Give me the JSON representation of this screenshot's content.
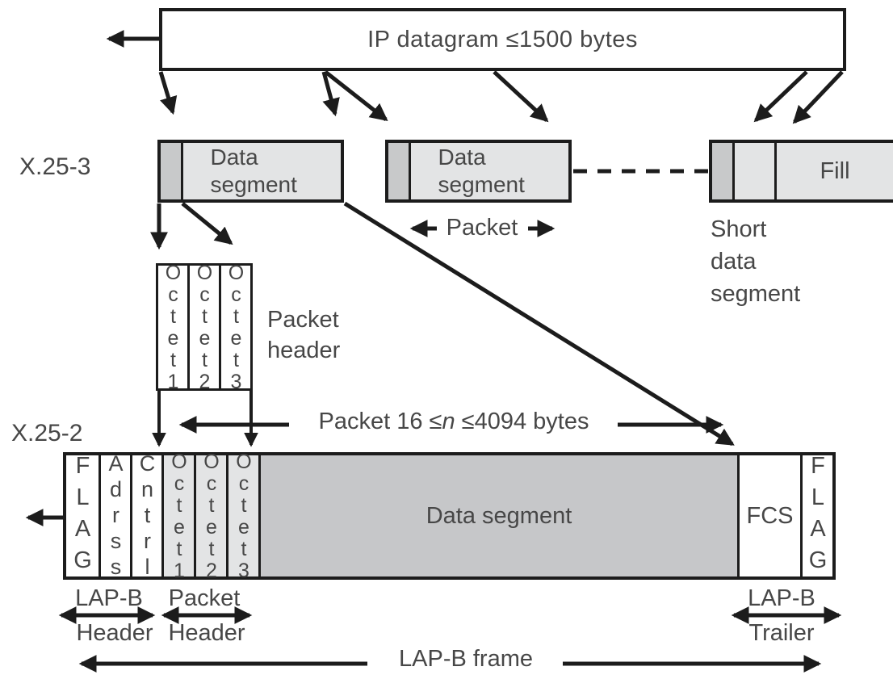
{
  "diagram": {
    "ip_box": {
      "label": "IP datagram ≤1500 bytes"
    },
    "layer3": {
      "label": "X.25-3",
      "segment1_label": "Data segment",
      "segment2_label": "Data segment",
      "packet_label": "Packet",
      "fill_label": "Fill",
      "short_line1": "Short",
      "short_line2": "data",
      "short_line3": "segment"
    },
    "packet_header_box": {
      "octets": [
        "Octet1",
        "Octet2",
        "Octet3"
      ],
      "caption_line1": "Packet",
      "caption_line2": "header"
    },
    "packet_size": {
      "pre": "Packet 16 ≤",
      "var": "n",
      "post": " ≤4094 bytes"
    },
    "layer2": {
      "label": "X.25-2",
      "cells": [
        {
          "label": "FLAG"
        },
        {
          "label": "Adrss"
        },
        {
          "label": "Cntrl"
        },
        {
          "label": "Octet1"
        },
        {
          "label": "Octet2"
        },
        {
          "label": "Octet3"
        },
        {
          "label": "Data segment"
        },
        {
          "label": "FCS"
        },
        {
          "label": "FLAG"
        }
      ]
    },
    "footer": {
      "lapb_header_top": "LAP-B",
      "lapb_header_bottom": "Header",
      "packet_header_top": "Packet",
      "packet_header_bottom": "Header",
      "lapb_trailer_top": "LAP-B",
      "lapb_trailer_bottom": "Trailer",
      "lapb_frame_label": "LAP-B frame"
    },
    "colors": {
      "line": "#1c1c1c",
      "text": "#474747",
      "light_gray": "#e3e4e5",
      "medium_gray": "#c8c9ca",
      "frame_data_gray": "#c6c7c9",
      "background": "#ffffff"
    }
  }
}
